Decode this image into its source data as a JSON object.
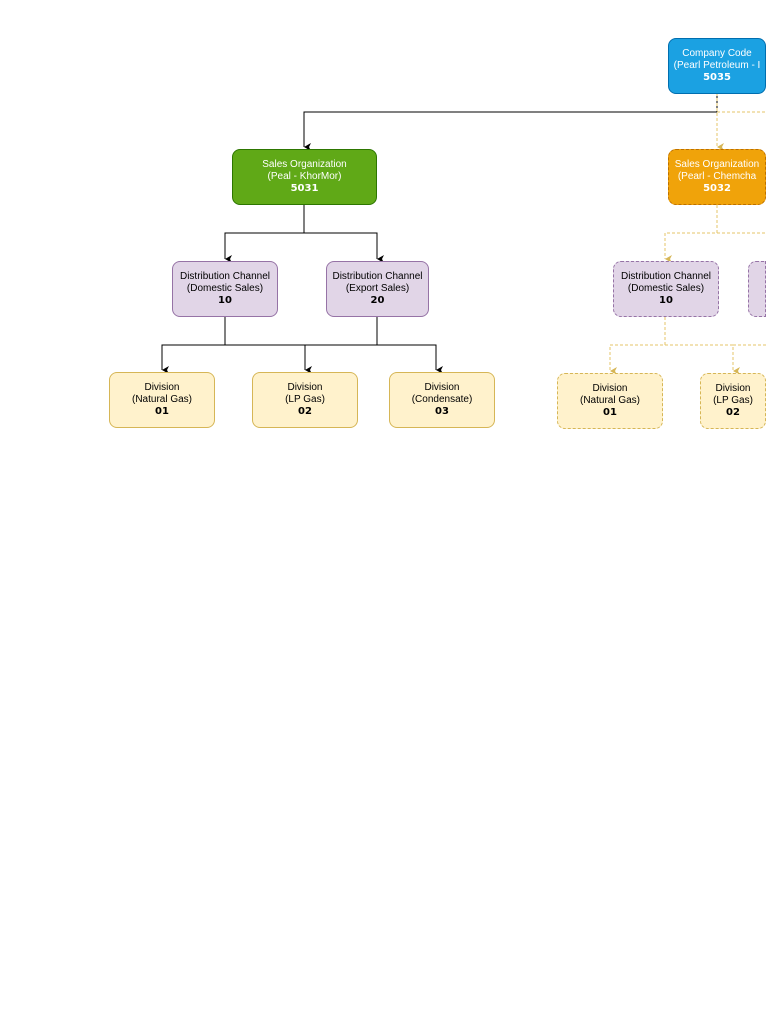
{
  "colors": {
    "company": "#1ba1e2",
    "sales_org_active": "#60a917",
    "sales_org_planned": "#f0a30a",
    "distribution_channel": "#e1d5e7",
    "division": "#fff2cc"
  },
  "company_code": {
    "title": "Company Code",
    "name": "(Pearl Petroleum - I",
    "code": "5035"
  },
  "sales_orgs": [
    {
      "title": "Sales Organization",
      "name": "(Peal - KhorMor)",
      "code": "5031",
      "channels": [
        {
          "title": "Distribution Channel",
          "name": "(Domestic Sales)",
          "code": "10"
        },
        {
          "title": "Distribution Channel",
          "name": "(Export Sales)",
          "code": "20"
        }
      ],
      "divisions": [
        {
          "title": "Division",
          "name": "(Natural Gas)",
          "code": "01"
        },
        {
          "title": "Division",
          "name": "(LP Gas)",
          "code": "02"
        },
        {
          "title": "Division",
          "name": "(Condensate)",
          "code": "03"
        }
      ]
    },
    {
      "title": "Sales Organization",
      "name": "(Pearl - Chemcha",
      "code": "5032",
      "channels": [
        {
          "title": "Distribution Channel",
          "name": "(Domestic Sales)",
          "code": "10"
        }
      ],
      "divisions": [
        {
          "title": "Division",
          "name": "(Natural Gas)",
          "code": "01"
        },
        {
          "title": "Division",
          "name": "(LP Gas)",
          "code": "02"
        }
      ]
    }
  ]
}
